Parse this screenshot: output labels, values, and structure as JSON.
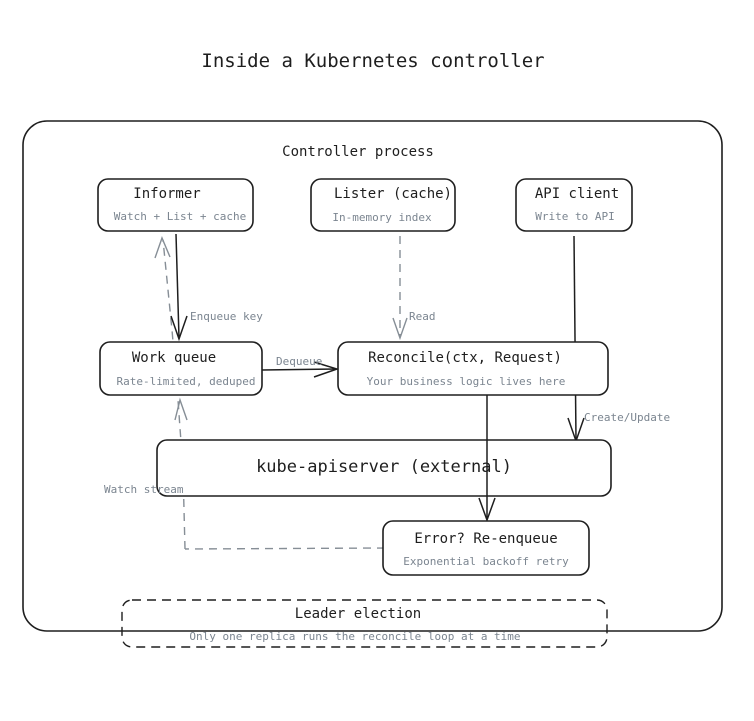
{
  "title": "Inside a Kubernetes controller",
  "group": {
    "label": "Controller process"
  },
  "nodes": {
    "informer": {
      "title": "Informer",
      "subtitle": "Watch + List + cache"
    },
    "lister": {
      "title": "Lister (cache)",
      "subtitle": "In-memory index"
    },
    "api_client": {
      "title": "API client",
      "subtitle": "Write to API"
    },
    "work_queue": {
      "title": "Work queue",
      "subtitle": "Rate-limited, deduped"
    },
    "reconcile": {
      "title": "Reconcile(ctx, Request)",
      "subtitle": "Your business logic lives here"
    },
    "apiserver": {
      "title": "kube-apiserver (external)"
    },
    "error": {
      "title": "Error? Re-enqueue",
      "subtitle": "Exponential backoff retry"
    },
    "leader": {
      "title": "Leader election",
      "subtitle": "Only one replica runs the reconcile loop at a time"
    }
  },
  "edges": [
    {
      "from": "informer",
      "to": "work_queue",
      "label": "Enqueue key",
      "style": "solid"
    },
    {
      "from": "lister",
      "to": "reconcile",
      "label": "Read",
      "style": "dashed"
    },
    {
      "from": "work_queue",
      "to": "reconcile",
      "label": "Dequeue",
      "style": "solid"
    },
    {
      "from": "api_client",
      "to": "apiserver",
      "label": "Create/Update",
      "style": "solid"
    },
    {
      "from": "reconcile",
      "to": "error",
      "label": "",
      "style": "solid"
    },
    {
      "from": "apiserver",
      "to": "informer",
      "label": "Watch stream",
      "style": "dashed"
    },
    {
      "from": "error",
      "to": "work_queue",
      "label": "",
      "style": "dashed"
    }
  ],
  "colors": {
    "stroke": "#1e1e1e",
    "muted_text": "#7b8590",
    "dashed_edge": "#868e96",
    "background": "#ffffff"
  }
}
